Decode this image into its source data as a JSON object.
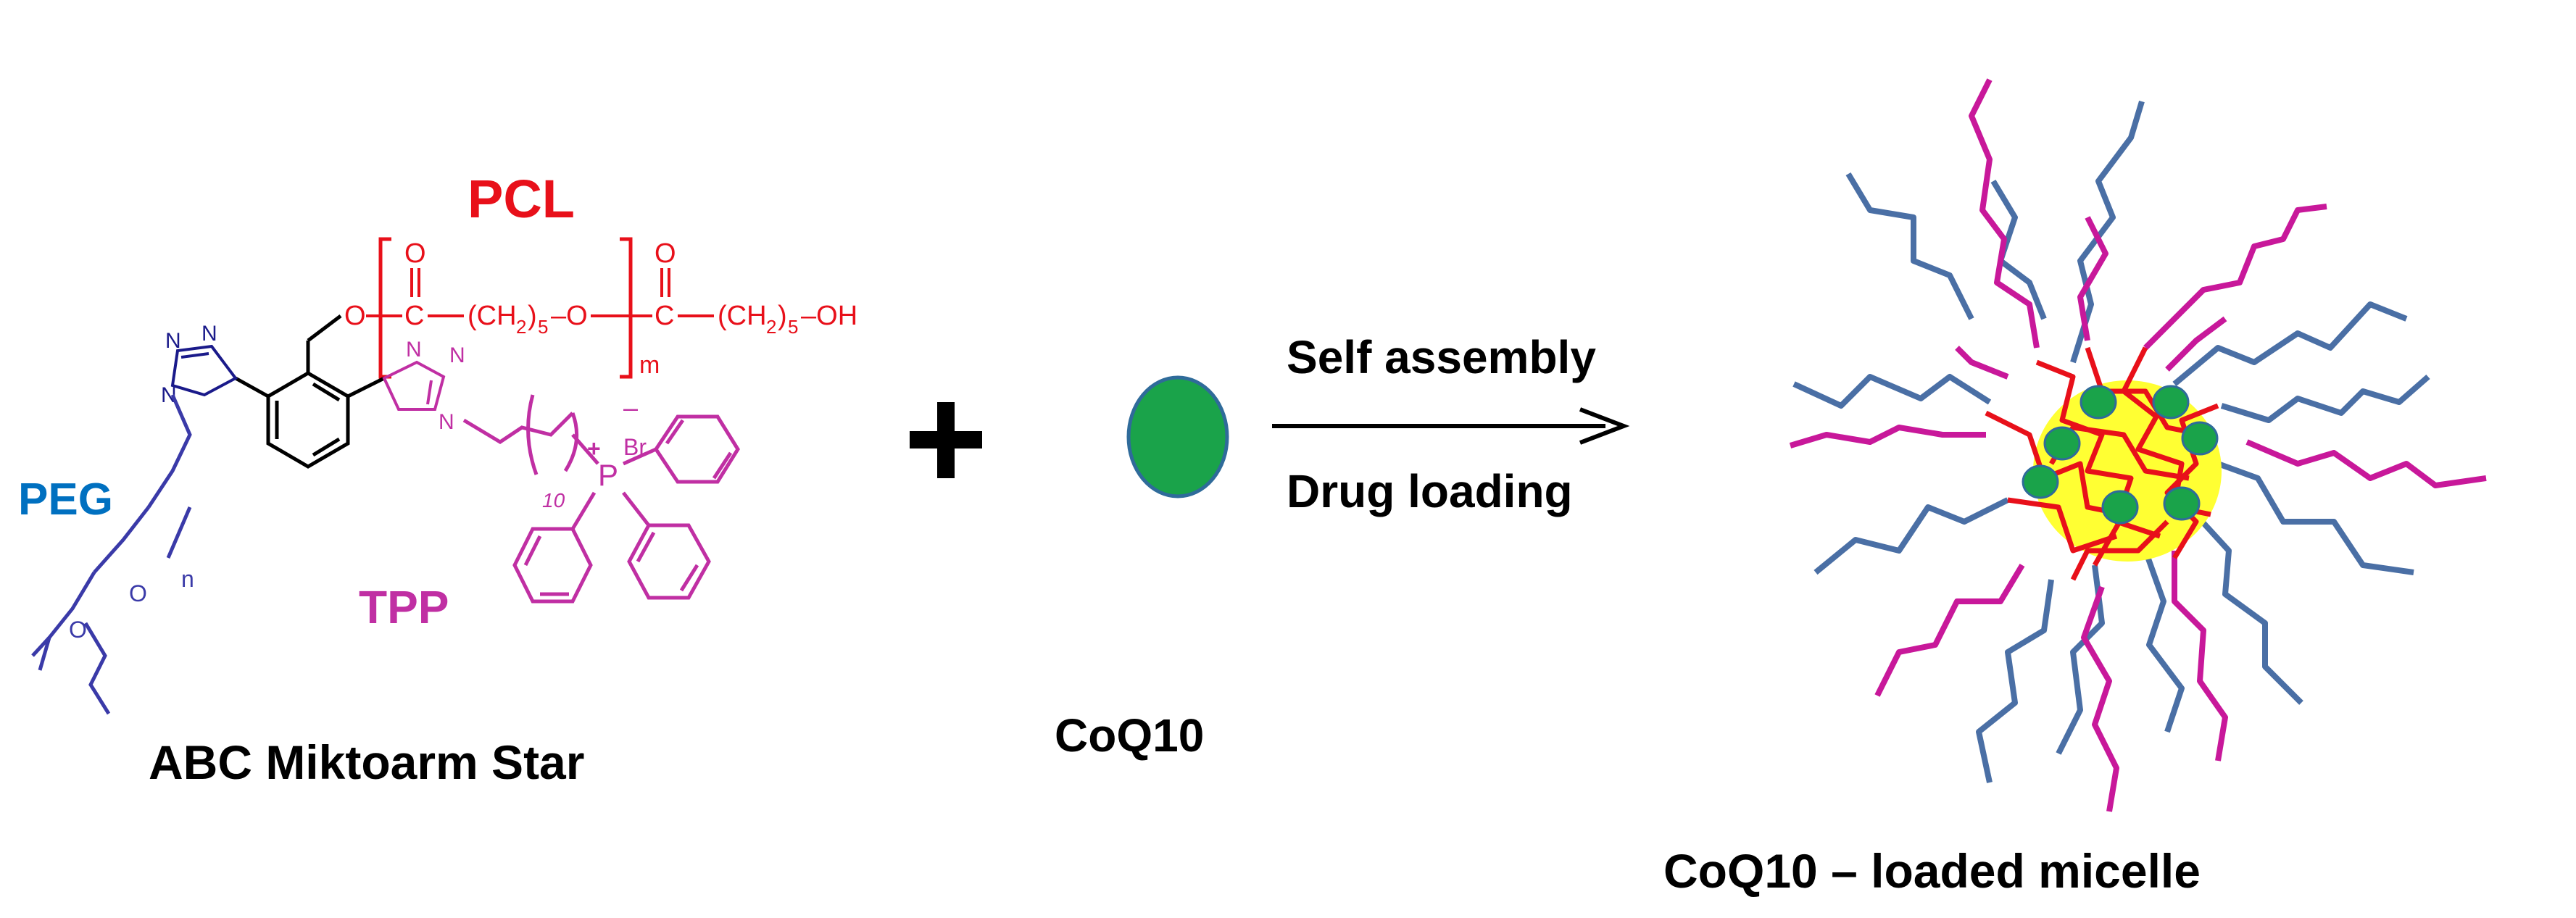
{
  "labels": {
    "pcl": "PCL",
    "peg": "PEG",
    "tpp": "TPP",
    "star_name": "ABC Miktoarm Star",
    "plus": "+",
    "coq10": "CoQ10",
    "step1": "Self assembly",
    "step2": "Drug loading",
    "micelle": "CoQ10 – loaded micelle"
  },
  "pcl_formula": {
    "o_link": "O",
    "c1": "C",
    "o_dbl1": "O",
    "ch2_1": "(CH",
    "sub2_1": "2",
    "close1": ")",
    "sub5_1": "5",
    "o_mid": "–O",
    "m": "m",
    "c2": "C",
    "o_dbl2": "O",
    "ch2_2": "(CH",
    "sub2_2": "2",
    "close2": ")",
    "sub5_2": "5",
    "oh": "–OH"
  },
  "structure_text": {
    "n_left_1": "N",
    "n_left_2": "N",
    "n_left_3": "N",
    "n_right_1": "N",
    "n_right_2": "N",
    "n_right_3": "N",
    "o_peg1": "O",
    "o_peg2": "O",
    "n_sub": "n",
    "br": "Br",
    "minus": "–",
    "p": "P",
    "plus_charge": "+",
    "ten": "10"
  },
  "colors": {
    "pcl": "#e8101a",
    "peg": "#0070c0",
    "peg_chain": "#3a3aa8",
    "tpp": "#c02fa3",
    "micelle_peg": "#4a6fa5",
    "micelle_tpp": "#c8189a",
    "micelle_core": "#ffff33",
    "drug": "#1aa34a",
    "text": "#000000"
  }
}
